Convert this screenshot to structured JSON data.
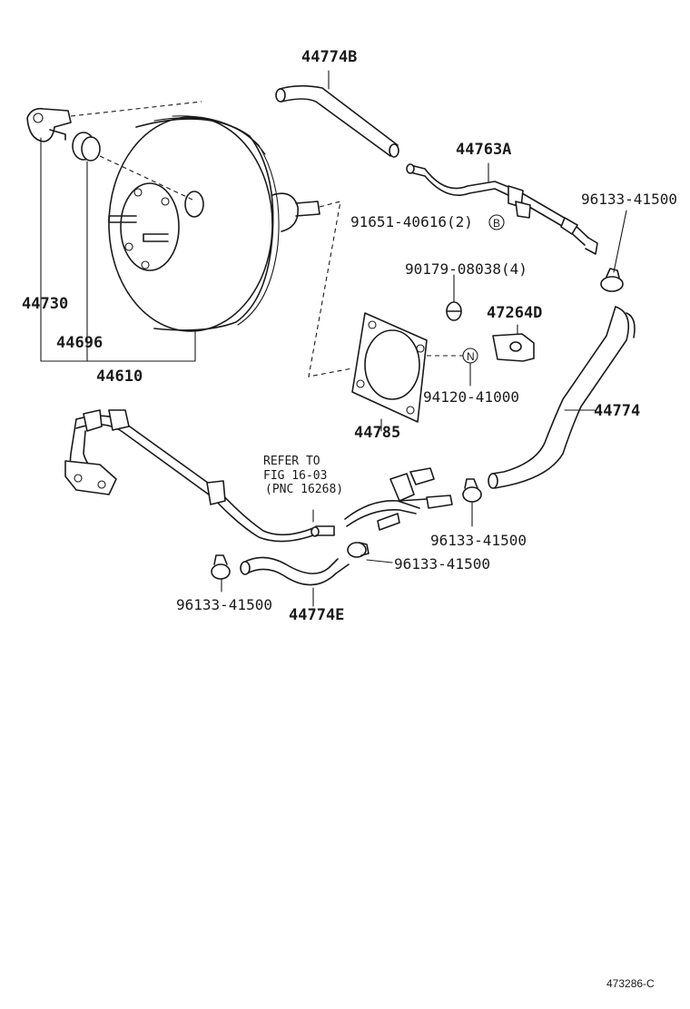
{
  "parts": {
    "hose_44774B": "44774B",
    "pipe_44763A": "44763A",
    "clamp_top_right": "96133-41500",
    "bolt_91651": "91651-40616(2)",
    "nut_90179": "90179-08038(4)",
    "bracket_47264D": "47264D",
    "gasket_44785": "44785",
    "nut_94120": "94120-41000",
    "hose_44774": "44774",
    "clamp_right": "96133-41500",
    "clamp_center": "96133-41500",
    "clamp_left": "96133-41500",
    "hose_44774E": "44774E",
    "valve_44730": "44730",
    "grommet_44696": "44696",
    "booster_44610": "44610"
  },
  "symbols": {
    "b": "B",
    "n": "N"
  },
  "refer": {
    "line1": "REFER TO",
    "line2": "FIG 16-03",
    "line3": "(PNC 16268)"
  },
  "ref_code": "473286-C"
}
